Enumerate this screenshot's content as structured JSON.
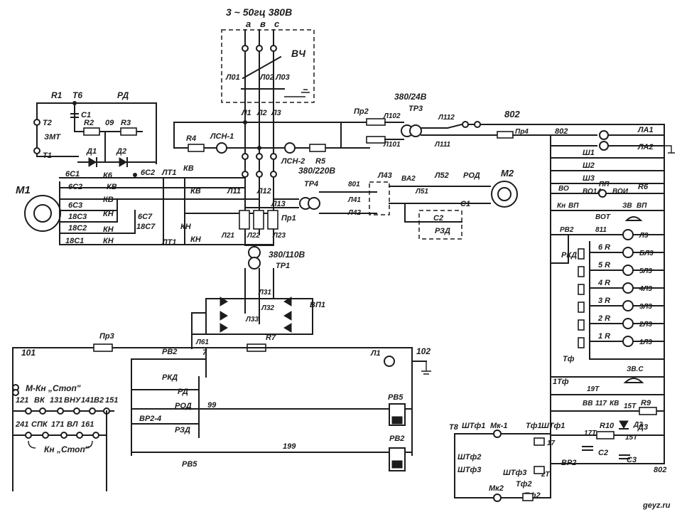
{
  "supply": {
    "title": "3 ~ 50гц 380В",
    "phases": [
      "а",
      "в",
      "с"
    ],
    "breaker": "ВЧ"
  },
  "mains_lines": [
    "Л01",
    "Л02",
    "Л03",
    "Л1",
    "Л2",
    "Л3",
    "Л11",
    "Л12",
    "Л13"
  ],
  "motor_m1": {
    "label": "М1",
    "windings": [
      "6С1",
      "6С2",
      "6С3",
      "18С3",
      "18С2",
      "18С1",
      "6С7",
      "18С7"
    ],
    "contacts": [
      "КВ",
      "КВ",
      "КН",
      "КН",
      "К6",
      "КВ",
      "КН",
      "КН",
      "КВ",
      "КН",
      "ЛТ1",
      "ЛТ1",
      "6С2"
    ],
    "thermo": [
      "R1",
      "Т6",
      "РД",
      "С1",
      "Т2",
      "ЗМТ",
      "Т1",
      "R2",
      "09",
      "R3",
      "Д1",
      "Д2"
    ]
  },
  "indicators": [
    "R4",
    "ЛСН-1",
    "ЛСН-2",
    "R5"
  ],
  "transformers": [
    "380/24В",
    "ТР3",
    "380/220В",
    "ТР4",
    "380/110В",
    "ТР1"
  ],
  "fuses": [
    "Пр2",
    "Пр1",
    "Пр4",
    "Пр3",
    "Л21",
    "Л22",
    "Л23"
  ],
  "secondary_lines": [
    "Л102",
    "Л101",
    "Л112",
    "Л111",
    "802",
    "801",
    "Л41",
    "Л42",
    "Л43",
    "ВА2",
    "Л51",
    "Л52",
    "РОД",
    "С1",
    "С2",
    "РЗД",
    "РЗД"
  ],
  "motor_m2": {
    "label": "М2"
  },
  "rectifier": [
    "Л31",
    "Л32",
    "Л33",
    "ВП1",
    "Л61",
    "R7"
  ],
  "control_circuit": {
    "nodes": [
      "101",
      "102",
      "7",
      "99",
      "199",
      "Л1"
    ],
    "relays": [
      "РВ2",
      "РКД",
      "РД",
      "РОД",
      "ВР2-4",
      "РЗД",
      "РВ5",
      "РВ5",
      "РВ2"
    ],
    "buttons": [
      "М-Кн „Стоп\"",
      "121",
      "ВК",
      "131",
      "ВНУ",
      "141",
      "В2",
      "151",
      "241",
      "СПК",
      "171",
      "ВЛ",
      "161",
      "Кн „Стоп\""
    ]
  },
  "right_panel": {
    "lamps": [
      "ЛА1",
      "ЛА2"
    ],
    "switches": [
      "Ш1",
      "Ш2",
      "Ш3"
    ],
    "rows": [
      "ВО",
      "ВО1А",
      "ПП",
      "ВОИ",
      "R6",
      "Кн",
      "ВП",
      "ВОТ",
      "ЗВ",
      "ВП",
      "РВ2",
      "811",
      "РКД",
      "6 R",
      "5 R",
      "4 R",
      "3 R",
      "2 R",
      "1 R"
    ],
    "signal_lamps": [
      "Л3",
      "БЛ3",
      "5Л3",
      "4Л3",
      "3Л3",
      "2Л3",
      "1Л3"
    ],
    "bottom_rows": [
      "Тф",
      "1Тф",
      "19Т",
      "ЗВ.С",
      "ВВ",
      "117",
      "КВ",
      "15Т",
      "R9",
      "Д3"
    ]
  },
  "bottom_right_block": {
    "labels": [
      "Т8",
      "ШТф1",
      "Мк-1",
      "Тф1",
      "ШТф1",
      "17Т",
      "R10",
      "15Т",
      "Д3",
      "ШТф2",
      "С2",
      "С3",
      "17",
      "ВР2",
      "ШТф3",
      "2Т",
      "ШТф3",
      "Тф2",
      "Мк2",
      "Тф2",
      "802"
    ]
  },
  "watermark": "geyz.ru"
}
